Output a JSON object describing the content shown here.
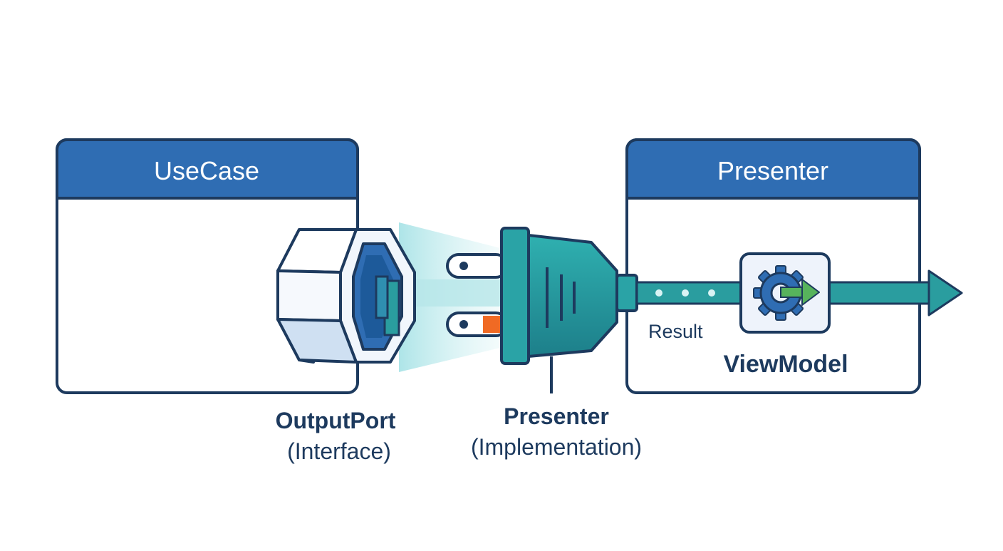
{
  "usecase": {
    "title": "UseCase"
  },
  "presenter_box": {
    "title": "Presenter"
  },
  "output_port": {
    "name": "OutputPort",
    "kind": "(Interface)"
  },
  "presenter_impl": {
    "name": "Presenter",
    "kind": "(Implementation)"
  },
  "flow": {
    "result_label": "Result",
    "viewmodel_label": "ViewModel"
  },
  "icons": [
    "hex-socket-icon",
    "power-plug-icon",
    "gear-arrow-icon",
    "arrow-head-icon"
  ],
  "colors": {
    "header_blue": "#2f6db3",
    "outline_navy": "#1d3a5e",
    "teal": "#2a9d9f",
    "teal_dark": "#1f7f86",
    "orange": "#f06a24",
    "green": "#57b35c"
  }
}
